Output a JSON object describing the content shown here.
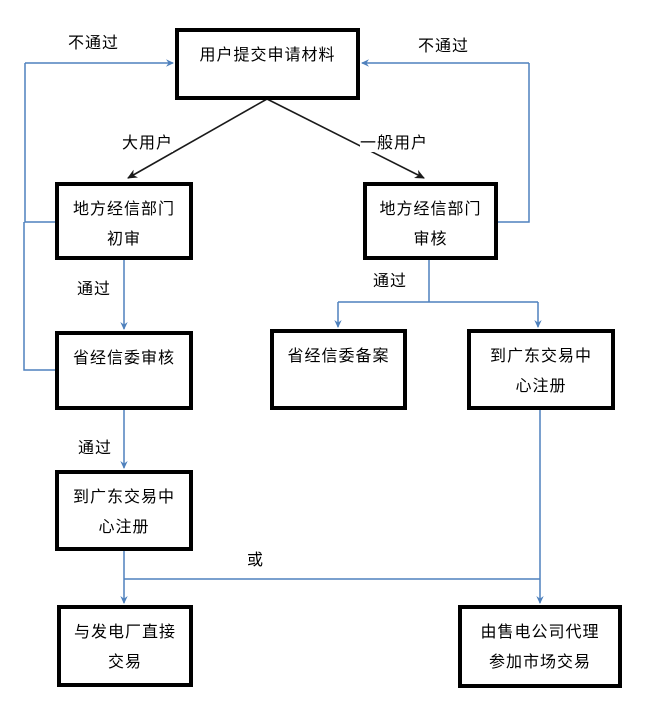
{
  "diagram": {
    "title": "electricity-market user registration flowchart",
    "nodes": {
      "submit": {
        "label": "用户提交申请材料"
      },
      "local_pre": {
        "line1": "地方经信部门",
        "line2": "初审"
      },
      "local_rev": {
        "line1": "地方经信部门",
        "line2": "审核"
      },
      "prov_review": {
        "label": "省经信委审核"
      },
      "prov_record": {
        "label": "省经信委备案"
      },
      "register_right": {
        "line1": "到广东交易中",
        "line2": "心注册"
      },
      "register_left": {
        "line1": "到广东交易中",
        "line2": "心注册"
      },
      "direct_trade": {
        "line1": "与发电厂直接",
        "line2": "交易"
      },
      "agent_trade": {
        "line1": "由售电公司代理",
        "line2": "参加市场交易"
      }
    },
    "edge_labels": {
      "fail_left": "不通过",
      "fail_right": "不通过",
      "large_user": "大用户",
      "general_user": "一般用户",
      "pass_left_1": "通过",
      "pass_right": "通过",
      "pass_left_2": "通过",
      "or": "或"
    },
    "colors": {
      "connector_blue": "#4f81bd",
      "branch_black": "#1a1a1a",
      "box_border": "#000000",
      "background": "#ffffff"
    }
  }
}
